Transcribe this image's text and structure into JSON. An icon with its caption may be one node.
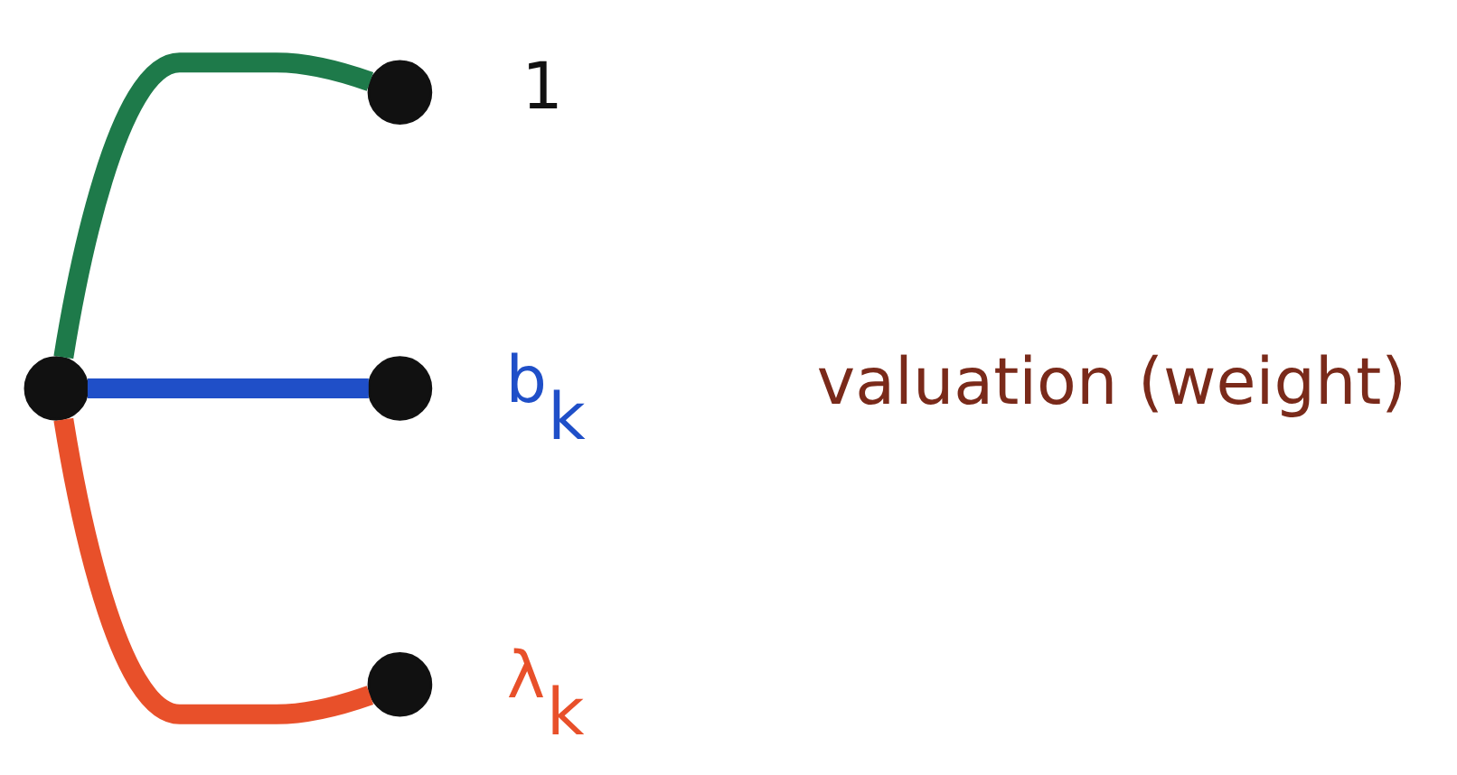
{
  "diagram": {
    "nodes": [
      {
        "text": [],
        "shape": "circle"
      },
      {
        "text": [],
        "shape": "circle",
        "beside": [
          "1"
        ]
      },
      {
        "text": [],
        "shape": "circle",
        "beside": [
          "b$_{k}$"
        ]
      },
      {
        "text": [],
        "shape": "circle",
        "beside": [
          "λ$_{k}$"
        ]
      }
    ],
    "edges": [
      {
        "from": 0,
        "to": 1,
        "arrow": "none",
        "color": "#1e7a4a"
      },
      {
        "from": 0,
        "to": 2,
        "arrow": "none",
        "color": "#1f4fc8"
      },
      {
        "from": 0,
        "to": 3,
        "arrow": "none",
        "color": "#e8502a"
      }
    ],
    "labels": [
      "valuation (weight)"
    ]
  }
}
